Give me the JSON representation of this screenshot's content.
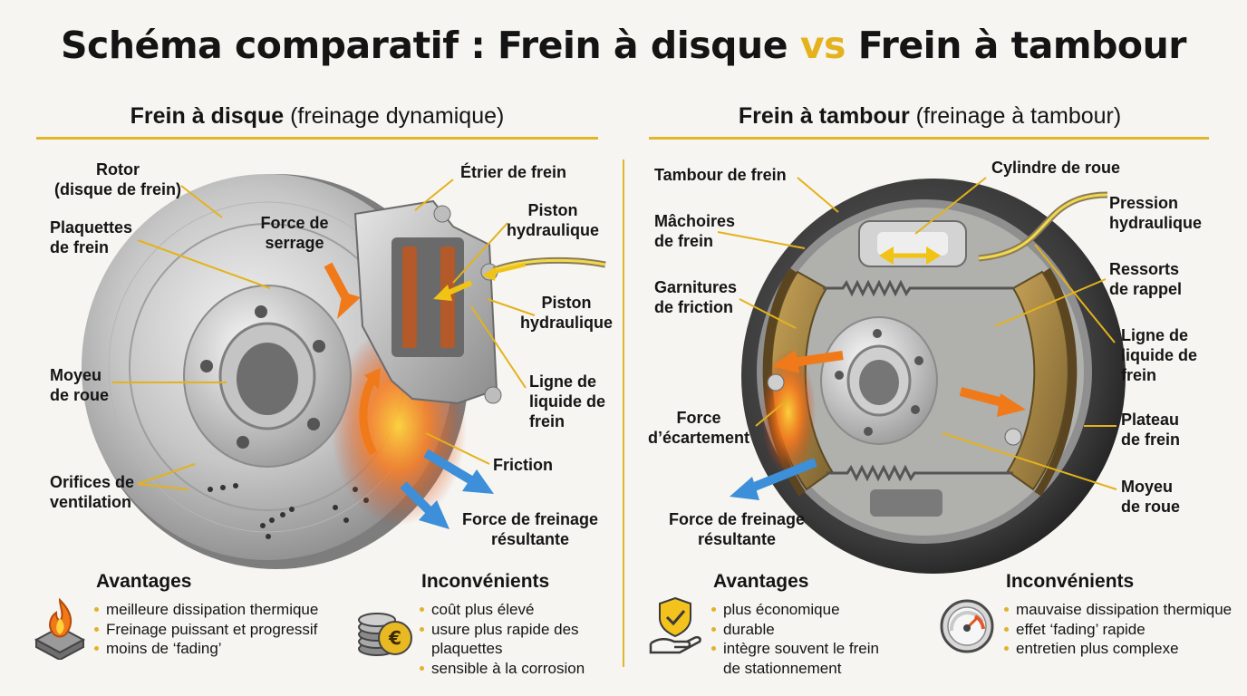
{
  "title": {
    "part1": "Schéma comparatif : Frein à disque ",
    "vs": "vs",
    "part2": " Frein à tambour"
  },
  "disc": {
    "heading_bold": "Frein à disque",
    "heading_rest": " (freinage dynamique)",
    "labels": {
      "rotor": "Rotor\n(disque de frein)",
      "plaquettes": "Plaquettes\nde frein",
      "force_serrage": "Force de\nserrage",
      "etrier": "Étrier de frein",
      "piston1": "Piston\nhydraulique",
      "piston2": "Piston\nhydraulique",
      "moyeu": "Moyeu\nde roue",
      "ligne": "Ligne de\nliquide de\nfrein",
      "friction": "Friction",
      "orifices": "Orifices de\nventilation",
      "force_freinage": "Force de freinage\nrésultante"
    },
    "avantages_title": "Avantages",
    "avantages": [
      "meilleure dissipation thermique",
      "Freinage puissant et progressif",
      "moins de ‘fading’"
    ],
    "inconvenients_title": "Inconvénients",
    "inconvenients": [
      "coût plus élevé",
      "usure plus rapide des\nplaquettes",
      "sensible à la corrosion"
    ]
  },
  "drum": {
    "heading_bold": "Frein à tambour",
    "heading_rest": " (freinage à tambour)",
    "labels": {
      "tambour": "Tambour de frein",
      "cylindre": "Cylindre de roue",
      "pression": "Pression\nhydraulique",
      "machoires": "Mâchoires\nde frein",
      "garnitures": "Garnitures\nde friction",
      "ressorts": "Ressorts\nde rappel",
      "ligne": "Ligne de\nliquide de\nfrein",
      "force_ecartement": "Force\nd’écartement",
      "plateau": "Plateau\nde frein",
      "moyeu": "Moyeu\nde roue",
      "force_freinage": "Force de freinage\nrésultante"
    },
    "avantages_title": "Avantages",
    "avantages": [
      "plus économique",
      "durable",
      "intègre souvent le frein\nde stationnement"
    ],
    "inconvenients_title": "Inconvénients",
    "inconvenients": [
      "mauvaise dissipation thermique",
      "effet ‘fading’ rapide",
      "entretien plus complexe"
    ]
  },
  "icons": {
    "disc_avantages": "fire-heat-icon",
    "disc_inconvenients": "euro-coins-icon",
    "drum_avantages": "hand-shield-check-icon",
    "drum_inconvenients": "gauge-icon"
  },
  "colors": {
    "accent": "#e4b21d",
    "force_arrow": "#f07a1a",
    "braking_arrow": "#3c8fd8"
  }
}
